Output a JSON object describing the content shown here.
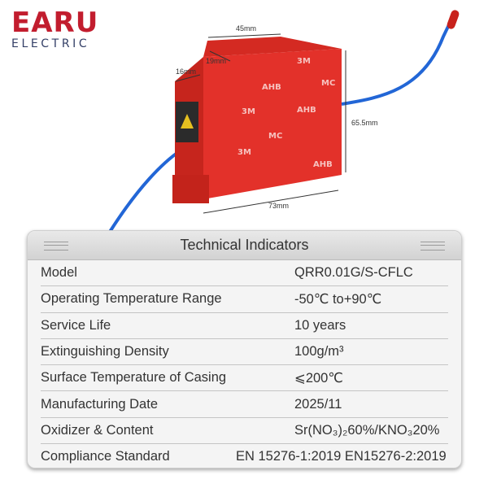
{
  "brand": {
    "name": "EARU",
    "subtitle": "ELECTRIC"
  },
  "product": {
    "dimensions": {
      "width": "45mm",
      "depth": "19mm",
      "side": "16mm",
      "height": "65.5mm",
      "length": "73mm"
    },
    "label_marks": [
      "3M",
      "AHB",
      "MC"
    ],
    "colors": {
      "body": "#e02a1f",
      "wire": "#2266d6",
      "label": "#2b2b2b"
    }
  },
  "table": {
    "title": "Technical Indicators",
    "rows": [
      {
        "label": "Model",
        "value": "QRR0.01G/S-CFLC"
      },
      {
        "label": "Operating Temperature Range",
        "value": "-50℃ to+90℃"
      },
      {
        "label": "Service Life",
        "value": "10 years"
      },
      {
        "label": "Extinguishing Density",
        "value": "100g/m³"
      },
      {
        "label": "Surface Temperature of Casing",
        "value": "⩽200℃"
      },
      {
        "label": "Manufacturing Date",
        "value": "2025/11"
      },
      {
        "label": "Oxidizer & Content",
        "value": "Sr(NO₃)₂60%/KNO₃20%"
      },
      {
        "label": "Compliance Standard",
        "value": "EN 15276-1:2019 EN15276-2:2019"
      }
    ]
  }
}
